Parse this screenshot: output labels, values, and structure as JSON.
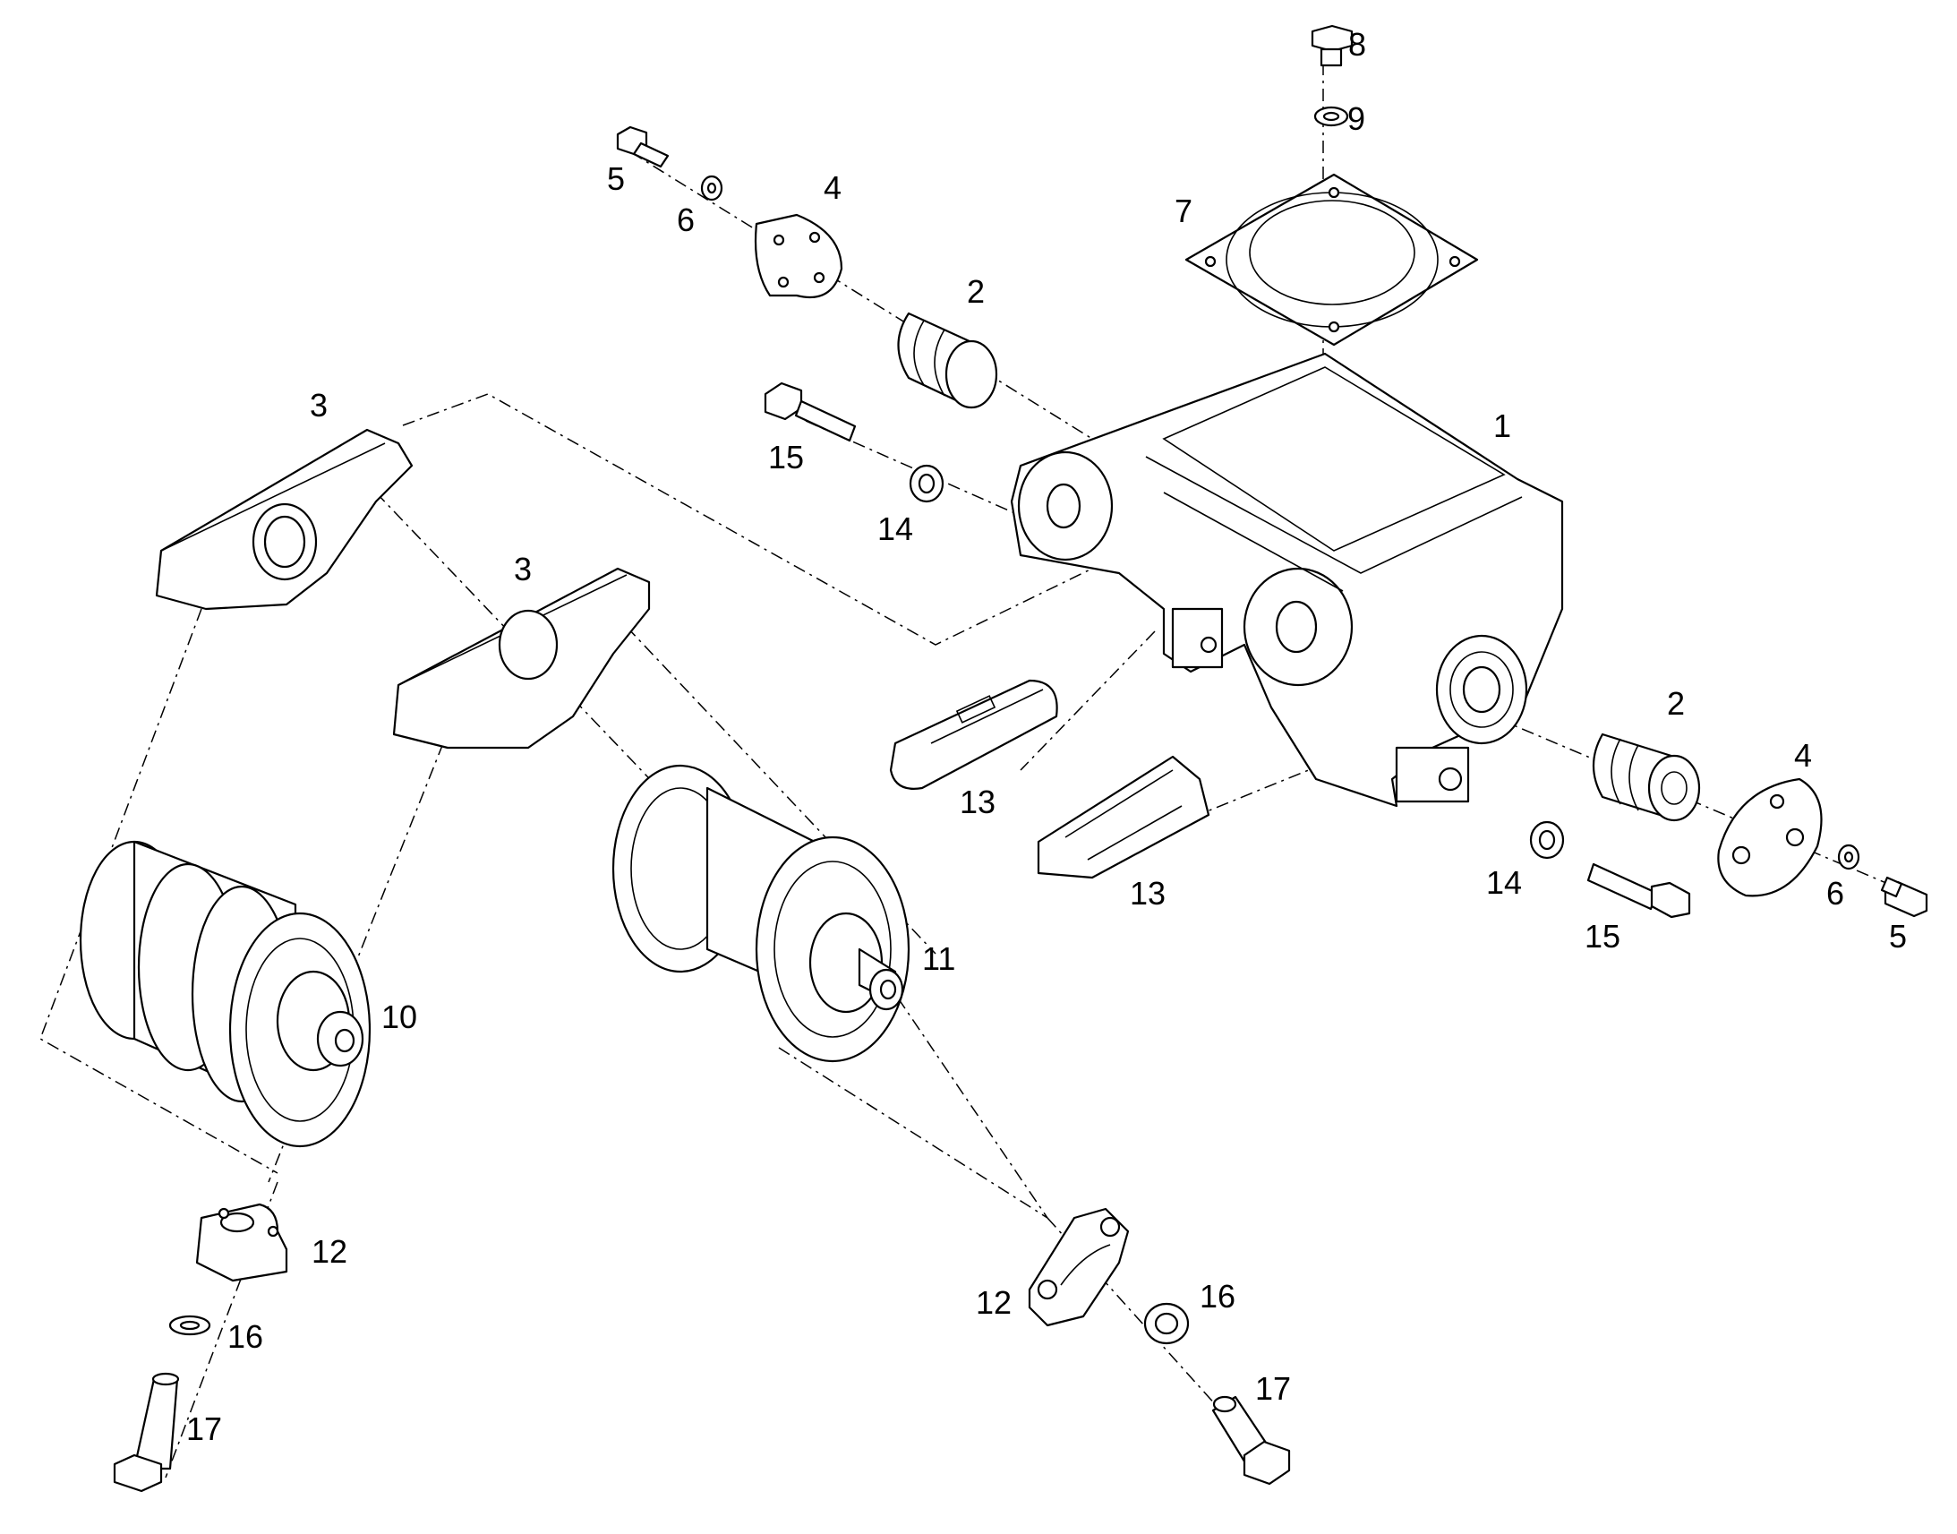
{
  "callouts": {
    "c1": "1",
    "c2a": "2",
    "c2b": "2",
    "c3a": "3",
    "c3b": "3",
    "c4a": "4",
    "c4b": "4",
    "c5a": "5",
    "c5b": "5",
    "c6a": "6",
    "c6b": "6",
    "c7": "7",
    "c8": "8",
    "c9": "9",
    "c10": "10",
    "c11": "11",
    "c12a": "12",
    "c12b": "12",
    "c13a": "13",
    "c13b": "13",
    "c14a": "14",
    "c14b": "14",
    "c15a": "15",
    "c15b": "15",
    "c16a": "16",
    "c16b": "16",
    "c17a": "17",
    "c17b": "17"
  }
}
